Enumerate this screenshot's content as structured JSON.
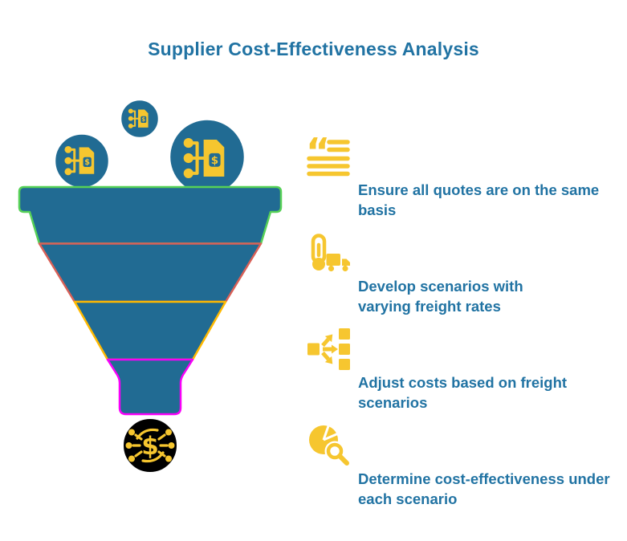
{
  "title": "Supplier Cost-Effectiveness Analysis",
  "colors": {
    "title_text": "#2173A3",
    "body_text": "#2173A3",
    "diagram_teal": "#216B93",
    "icon_yellow": "#F6C62F",
    "stage_green": "#57D157",
    "stage_red": "#D96057",
    "stage_yellow": "#FFB900",
    "stage_magenta": "#F800F8",
    "outlet_circle_fill": "#000000",
    "circle_ring": "#FFFFFF"
  },
  "icons": {
    "quote_glyph": "“",
    "currency_glyph": "$"
  },
  "funnel": {
    "stages": [
      {
        "name": "stage-1",
        "color": "#57D157"
      },
      {
        "name": "stage-2",
        "color": "#D96057"
      },
      {
        "name": "stage-3",
        "color": "#FFB900"
      },
      {
        "name": "stage-4",
        "color": "#F800F8"
      }
    ],
    "input_bubbles": [
      {
        "icon": "price-document-icon",
        "size": "small"
      },
      {
        "icon": "price-document-icon",
        "size": "medium"
      },
      {
        "icon": "price-document-icon",
        "size": "large"
      }
    ],
    "output": {
      "icon": "money-network-icon"
    }
  },
  "steps": [
    {
      "icon": "quote-lines-icon",
      "label": "Ensure all quotes are on the same basis"
    },
    {
      "icon": "thermometer-truck-icon",
      "label": "Develop scenarios with varying freight rates"
    },
    {
      "icon": "branch-arrows-icon",
      "label": "Adjust costs based on freight scenarios"
    },
    {
      "icon": "pie-magnifier-icon",
      "label": "Determine cost-effectiveness under each scenario"
    }
  ]
}
